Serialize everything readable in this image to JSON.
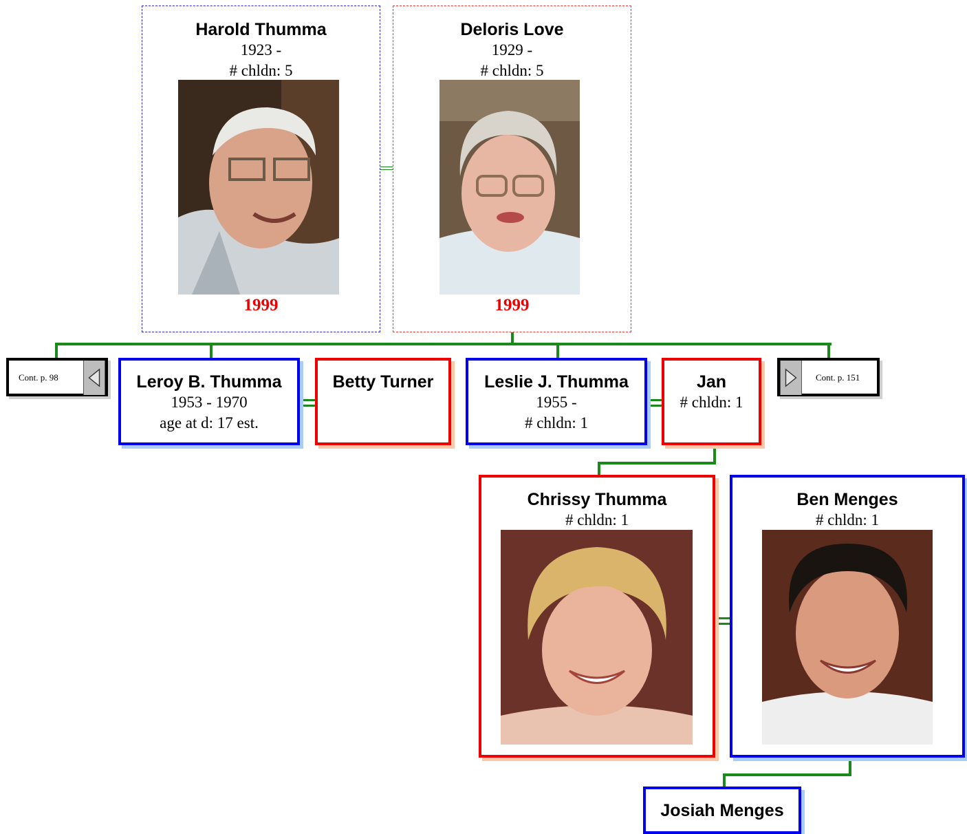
{
  "colors": {
    "male_border": "#0000ee",
    "female_border": "#ee0000",
    "connector": "#1a8a1a",
    "year_text": "#ee0000"
  },
  "people": {
    "harold": {
      "name": "Harold Thumma",
      "dates": "1923 -",
      "children": "# chldn: 5",
      "photo_year": "1999"
    },
    "deloris": {
      "name": "Deloris Love",
      "dates": "1929 -",
      "children": "# chldn: 5",
      "photo_year": "1999"
    },
    "leroy": {
      "name": "Leroy B. Thumma",
      "dates": "1953 - 1970",
      "age": "age at d: 17 est."
    },
    "betty": {
      "name": "Betty Turner"
    },
    "leslie": {
      "name": "Leslie J. Thumma",
      "dates": "1955 -",
      "children": "# chldn: 1"
    },
    "jan": {
      "name": "Jan",
      "children": "# chldn: 1"
    },
    "chrissy": {
      "name": "Chrissy Thumma",
      "children": "# chldn: 1"
    },
    "ben": {
      "name": "Ben Menges",
      "children": "# chldn: 1"
    },
    "josiah": {
      "name": "Josiah Menges"
    }
  },
  "continuations": {
    "left": {
      "label": "Cont. p. 98",
      "icon": "arrow-left-icon"
    },
    "right": {
      "label": "Cont. p. 151",
      "icon": "arrow-right-icon"
    }
  }
}
